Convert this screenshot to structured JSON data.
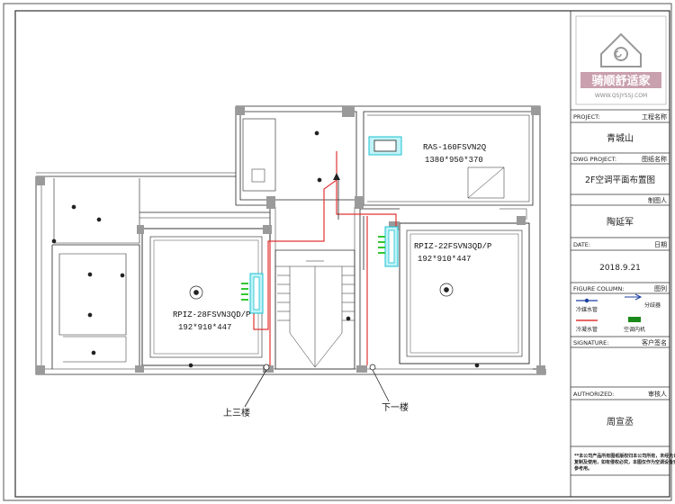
{
  "logo": {
    "brand_cn": "骑顺舒适家",
    "url": "WWW.QSJYSSJ.COM"
  },
  "title_block": {
    "project_label": "PROJECT:",
    "project_label_cn": "工程名称",
    "project_name": "青城山",
    "dwg_label": "DWG PROJECT:",
    "dwg_label_cn": "图纸名称",
    "dwg_name": "2F空调平面布置图",
    "drawn_by_label_cn": "制图人",
    "drawn_by": "陶延军",
    "date_label": "DATE:",
    "date_label_cn": "日期",
    "date": "2018.9.21",
    "figure_label": "FIGURE COLUMN:",
    "figure_label_cn": "图列",
    "legend": {
      "item1": "冷媒水管",
      "item2": "分歧器",
      "item3": "冷凝水管",
      "item4": "空调内机"
    },
    "signature_label": "SIGNATURE:",
    "signature_label_cn": "客户签名",
    "authorized_label": "AUTHORIZED:",
    "authorized_label_cn": "审核人",
    "authorized_by": "周宣丞",
    "note": "**本公司产品所有图纸版权归本公司所有，未经允许不得复制及使用，如有侵权必究，本图仅作为空调设备安装施工参考用。"
  },
  "plan": {
    "outdoor_unit_model": "RAS-160FSVN2Q",
    "outdoor_unit_size": "1380*950*370",
    "unit_right_model": "RPIZ-22FSVN3QD/P",
    "unit_right_size": "192*910*447",
    "unit_left_model": "RPIZ-28FSVN3QD/P",
    "unit_left_size": "192*910*447",
    "stair_up": "上三楼",
    "stair_down": "下一楼"
  }
}
